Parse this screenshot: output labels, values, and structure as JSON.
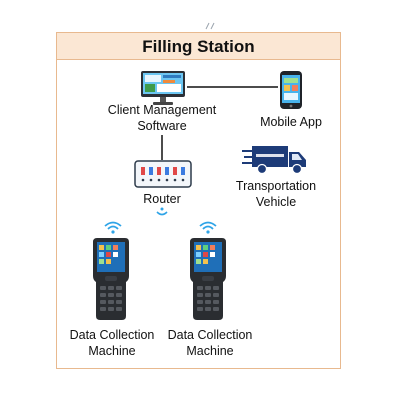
{
  "diagram": {
    "title": "Filling Station",
    "nodes": {
      "client_software": {
        "line1": "Client Management",
        "line2": "Software",
        "icon": "monitor-icon"
      },
      "mobile_app": {
        "label": "Mobile App",
        "icon": "smartphone-icon"
      },
      "transport": {
        "line1": "Transportation",
        "line2": "Vehicle",
        "icon": "truck-icon"
      },
      "router": {
        "label": "Router",
        "icon": "router-icon"
      },
      "dcm_left": {
        "line1": "Data Collection",
        "line2": "Machine",
        "icon": "handheld-terminal-icon"
      },
      "dcm_right": {
        "line1": "Data Collection",
        "line2": "Machine",
        "icon": "handheld-terminal-icon"
      }
    },
    "colors": {
      "frame_border": "#e8b98f",
      "title_band": "#fbe7d4",
      "wifi": "#2fa4e7",
      "truck": "#1d3b78",
      "screen": "#3b8fe0"
    }
  }
}
